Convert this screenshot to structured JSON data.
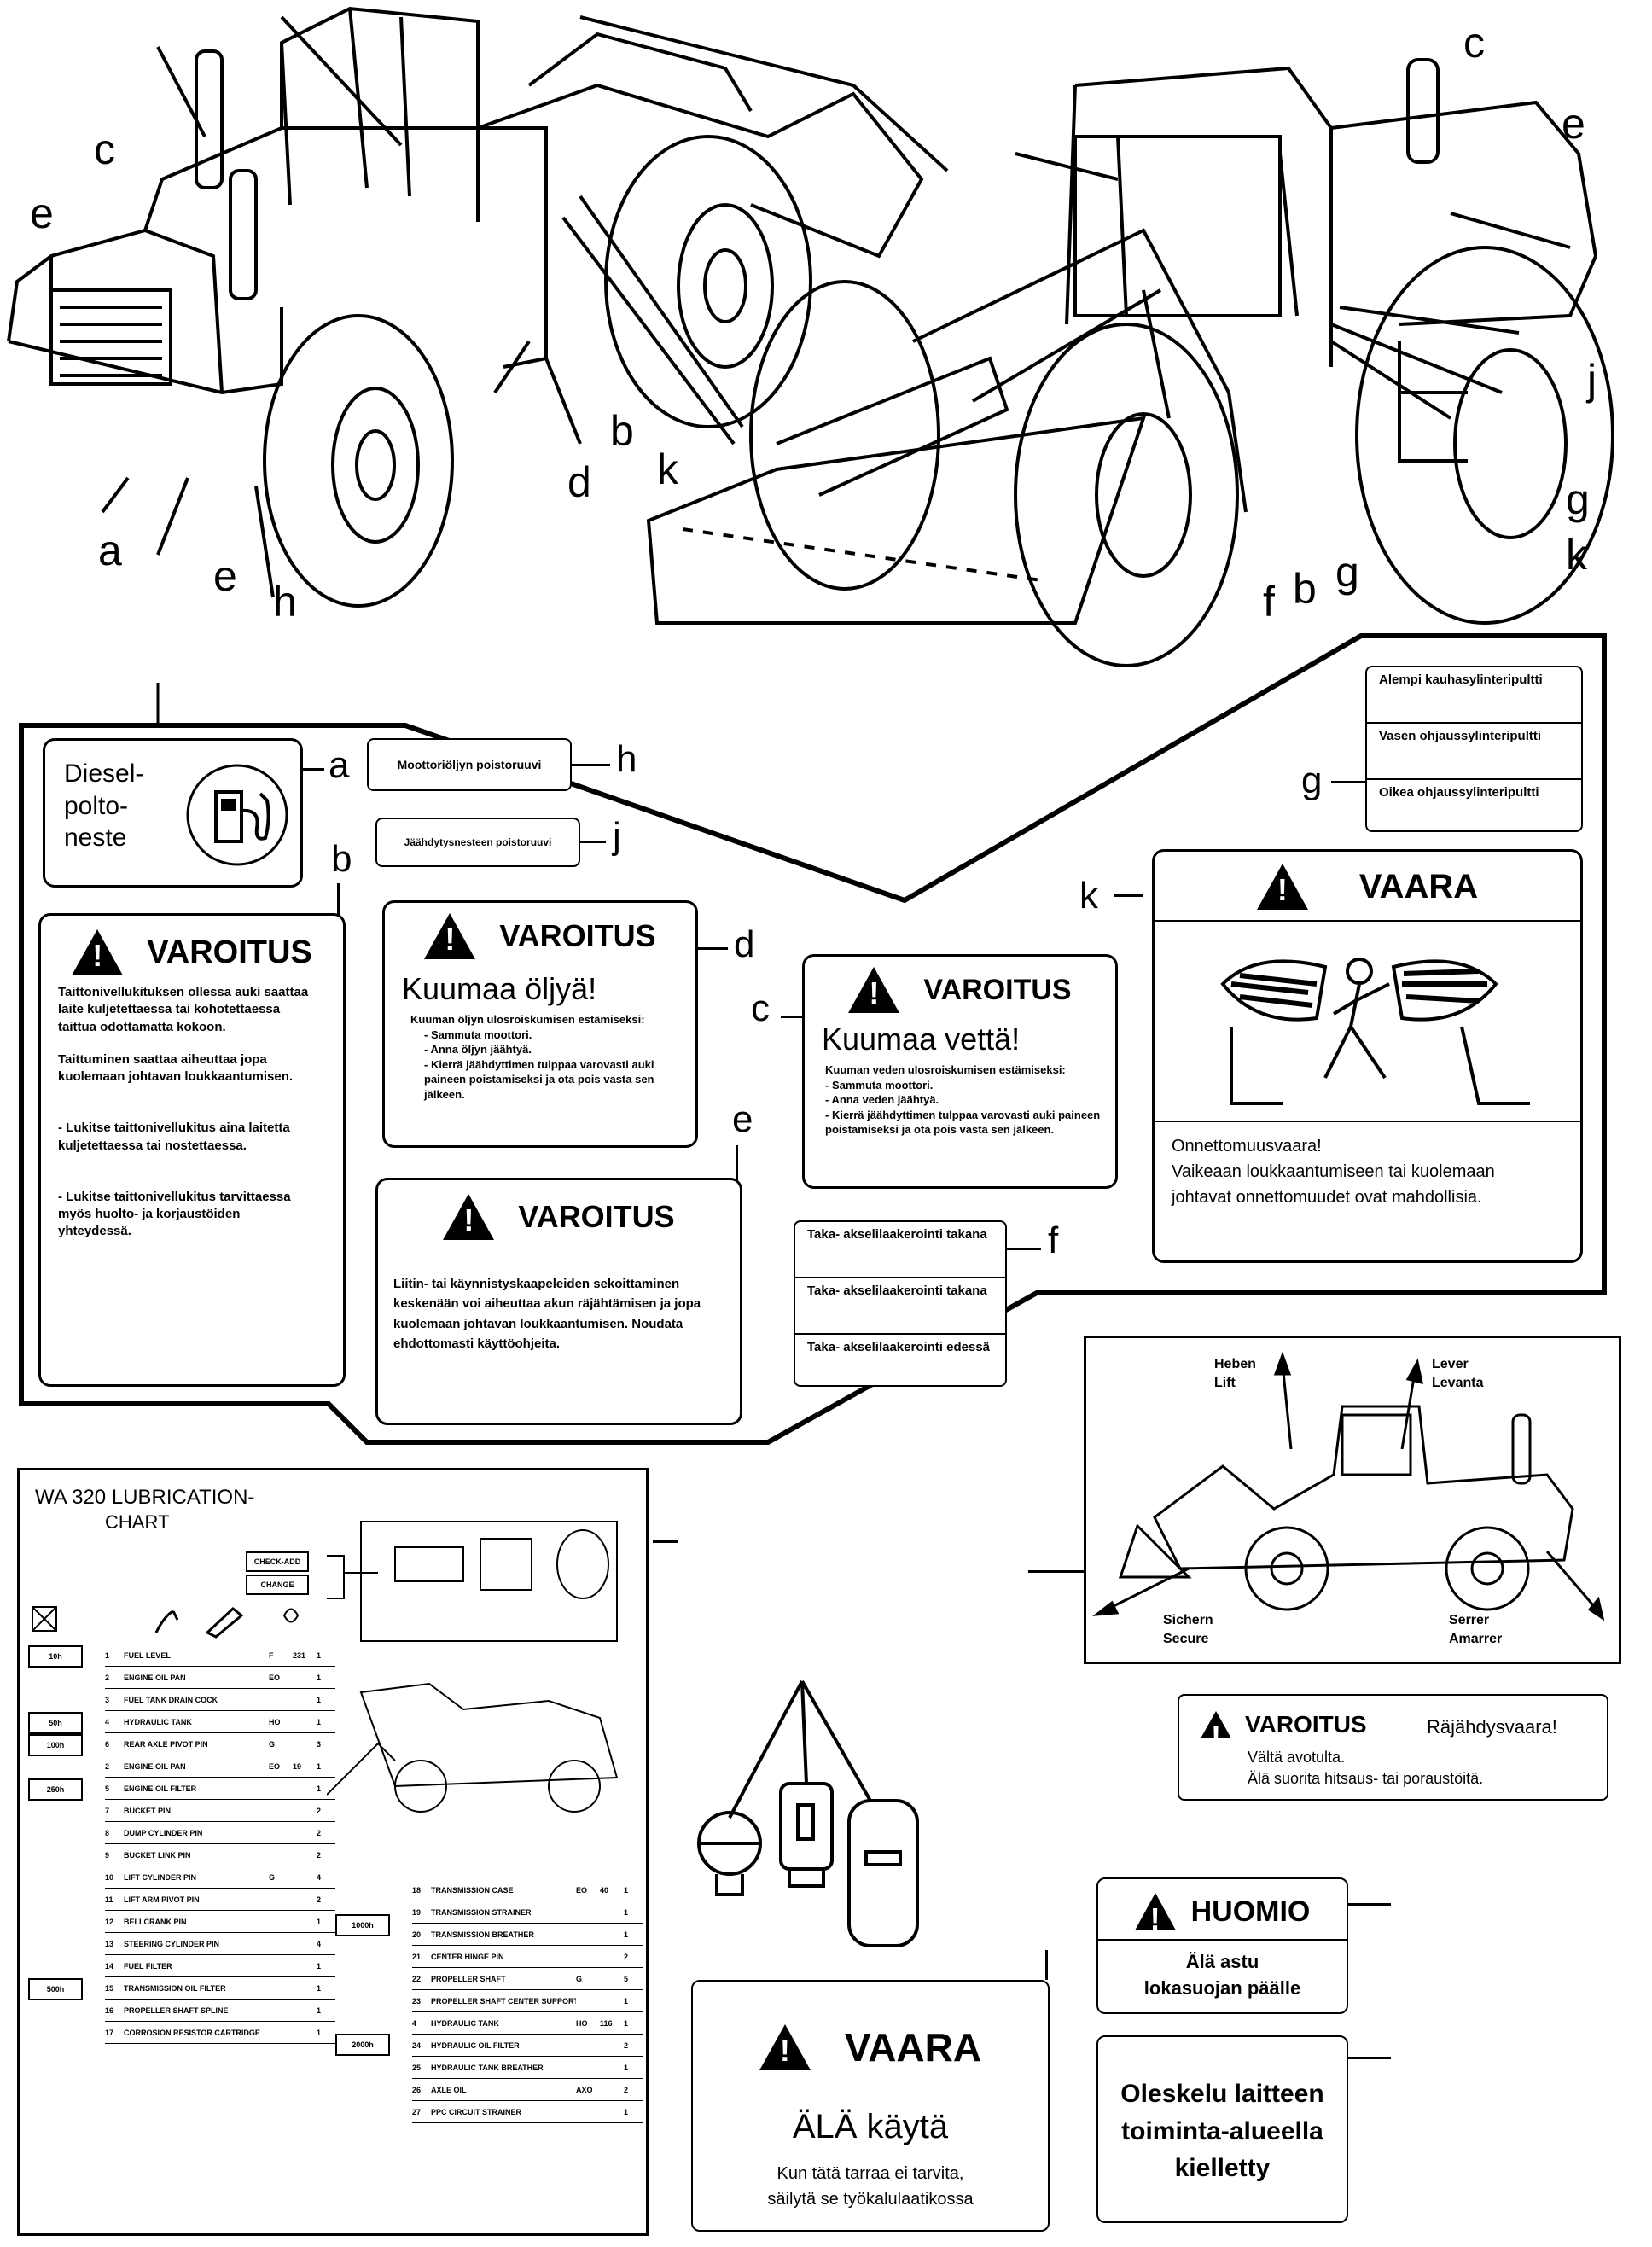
{
  "letters": {
    "a": "a",
    "b": "b",
    "c": "c",
    "d": "d",
    "e": "e",
    "f": "f",
    "g": "g",
    "h": "h",
    "j": "j",
    "k": "k"
  },
  "label_a": {
    "lines": [
      "Diesel-",
      "polto-",
      "neste"
    ]
  },
  "label_h": {
    "text": "Moottoriöljyn poistoruuvi"
  },
  "label_j": {
    "text": "Jäähdytysnesteen poistoruuvi"
  },
  "label_g": {
    "rows": [
      "Alempi kauhasylinteripultti",
      "Vasen ohjaussylinteripultti",
      "Oikea ohjaussylinteripultti"
    ]
  },
  "label_b": {
    "title": "VAROITUS",
    "p1": "Taittonivellukituksen ollessa auki saattaa laite kuljetettaessa tai kohotettaessa taittua odottamatta kokoon.",
    "p2": "Taittuminen saattaa aiheuttaa jopa kuolemaan johtavan loukkaantumisen.",
    "p3": "- Lukitse taittonivellukitus aina laitetta kuljetettaessa tai nostettaessa.",
    "p4": "- Lukitse taittonivellukitus tarvittaessa myös huolto- ja korjaustöiden yhteydessä."
  },
  "label_d": {
    "title": "VAROITUS",
    "headline": "Kuumaa öljyä!",
    "intro": "Kuuman öljyn ulosroiskumisen estämiseksi:",
    "items": [
      "- Sammuta moottori.",
      "- Anna öljyn jäähtyä.",
      "- Kierrä jäähdyttimen tulppaa varovasti auki paineen poistamiseksi ja ota pois vasta sen jälkeen."
    ]
  },
  "label_c": {
    "title": "VAROITUS",
    "headline": "Kuumaa vettä!",
    "intro": "Kuuman veden ulosroiskumisen estämiseksi:",
    "items": [
      "- Sammuta moottori.",
      "- Anna veden jäähtyä.",
      "- Kierrä jäähdyttimen tulppaa varovasti auki paineen poistamiseksi ja ota pois vasta sen jälkeen."
    ]
  },
  "label_e": {
    "title": "VAROITUS",
    "text": "Liitin- tai käynnistyskaapeleiden sekoittaminen keskenään voi aiheuttaa akun räjähtämisen ja jopa kuolemaan johtavan loukkaantumisen. Noudata ehdottomasti käyttöohjeita."
  },
  "label_f": {
    "rows": [
      "Taka- akselilaakerointi takana",
      "Taka- akselilaakerointi takana",
      "Taka- akselilaakerointi edessä"
    ]
  },
  "label_k": {
    "title": "VAARA",
    "lines": [
      "Onnettomuusvaara!",
      "Vaikeaan loukkaantumiseen tai kuolemaan",
      "johtavat onnettomuudet ovat mahdollisia."
    ]
  },
  "lift_plate": {
    "heben": "Heben",
    "lift": "Lift",
    "lever": "Lever",
    "levanta": "Levanta",
    "sichern": "Sichern",
    "secure": "Secure",
    "serrer": "Serrer",
    "amarrer": "Amarrer"
  },
  "explosion": {
    "title": "VAROITUS",
    "headline": "Räjähdysvaara!",
    "line1": "Vältä avotulta.",
    "line2": "Älä suorita hitsaus- tai poraustöitä."
  },
  "huomio": {
    "title": "HUOMIO",
    "line1": "Älä astu",
    "line2": "lokasuojan päälle"
  },
  "oleskelu": {
    "lines": [
      "Oleskelu laitteen",
      "toiminta-alueella",
      "kielletty"
    ]
  },
  "vaara2": {
    "title": "VAARA",
    "headline": "ÄLÄ käytä",
    "line1": "Kun tätä tarraa ei tarvita,",
    "line2": "säilytä se työkalulaatikossa"
  },
  "chart": {
    "title1": "WA 320 LUBRICATION-",
    "title2": "CHART",
    "btn1": "CHECK-ADD",
    "btn2": "CHANGE",
    "intervals": [
      "10h",
      "50h",
      "100h",
      "250h",
      "500h",
      "1000h",
      "2000h"
    ],
    "rows_left": [
      {
        "no": "1",
        "item": "FUEL LEVEL",
        "code": "F",
        "qty": "231",
        "pts": "1"
      },
      {
        "no": "2",
        "item": "ENGINE OIL PAN",
        "code": "EO",
        "qty": "",
        "pts": "1"
      },
      {
        "no": "3",
        "item": "FUEL TANK DRAIN COCK",
        "code": "",
        "qty": "",
        "pts": "1"
      },
      {
        "no": "4",
        "item": "HYDRAULIC TANK",
        "code": "HO",
        "qty": "",
        "pts": "1"
      },
      {
        "no": "6",
        "item": "REAR AXLE PIVOT PIN",
        "code": "G",
        "qty": "",
        "pts": "3"
      },
      {
        "no": "2",
        "item": "ENGINE OIL PAN",
        "code": "EO",
        "qty": "19",
        "pts": "1"
      },
      {
        "no": "5",
        "item": "ENGINE OIL FILTER",
        "code": "",
        "qty": "",
        "pts": "1"
      },
      {
        "no": "7",
        "item": "BUCKET PIN",
        "code": "",
        "qty": "",
        "pts": "2"
      },
      {
        "no": "8",
        "item": "DUMP CYLINDER PIN",
        "code": "",
        "qty": "",
        "pts": "2"
      },
      {
        "no": "9",
        "item": "BUCKET LINK PIN",
        "code": "",
        "qty": "",
        "pts": "2"
      },
      {
        "no": "10",
        "item": "LIFT CYLINDER PIN",
        "code": "G",
        "qty": "",
        "pts": "4"
      },
      {
        "no": "11",
        "item": "LIFT ARM PIVOT PIN",
        "code": "",
        "qty": "",
        "pts": "2"
      },
      {
        "no": "12",
        "item": "BELLCRANK PIN",
        "code": "",
        "qty": "",
        "pts": "1"
      },
      {
        "no": "13",
        "item": "STEERING CYLINDER PIN",
        "code": "",
        "qty": "",
        "pts": "4"
      },
      {
        "no": "14",
        "item": "FUEL FILTER",
        "code": "",
        "qty": "",
        "pts": "1"
      },
      {
        "no": "15",
        "item": "TRANSMISSION OIL FILTER",
        "code": "",
        "qty": "",
        "pts": "1"
      },
      {
        "no": "16",
        "item": "PROPELLER SHAFT SPLINE",
        "code": "",
        "qty": "",
        "pts": "1"
      },
      {
        "no": "17",
        "item": "CORROSION RESISTOR CARTRIDGE",
        "code": "",
        "qty": "",
        "pts": "1"
      }
    ],
    "rows_right": [
      {
        "no": "18",
        "item": "TRANSMISSION CASE",
        "code": "EO",
        "qty": "40",
        "pts": "1"
      },
      {
        "no": "19",
        "item": "TRANSMISSION STRAINER",
        "code": "",
        "qty": "",
        "pts": "1"
      },
      {
        "no": "20",
        "item": "TRANSMISSION BREATHER",
        "code": "",
        "qty": "",
        "pts": "1"
      },
      {
        "no": "21",
        "item": "CENTER HINGE PIN",
        "code": "",
        "qty": "",
        "pts": "2"
      },
      {
        "no": "22",
        "item": "PROPELLER SHAFT",
        "code": "G",
        "qty": "",
        "pts": "5"
      },
      {
        "no": "23",
        "item": "PROPELLER SHAFT CENTER SUPPORT",
        "code": "",
        "qty": "",
        "pts": "1"
      },
      {
        "no": "4",
        "item": "HYDRAULIC TANK",
        "code": "HO",
        "qty": "116",
        "pts": "1"
      },
      {
        "no": "24",
        "item": "HYDRAULIC OIL FILTER",
        "code": "",
        "qty": "",
        "pts": "2"
      },
      {
        "no": "25",
        "item": "HYDRAULIC TANK BREATHER",
        "code": "",
        "qty": "",
        "pts": "1"
      },
      {
        "no": "26",
        "item": "AXLE OIL",
        "code": "AXO",
        "qty": "",
        "pts": "2"
      },
      {
        "no": "27",
        "item": "PPC CIRCUIT STRAINER",
        "code": "",
        "qty": "",
        "pts": "1"
      }
    ]
  }
}
